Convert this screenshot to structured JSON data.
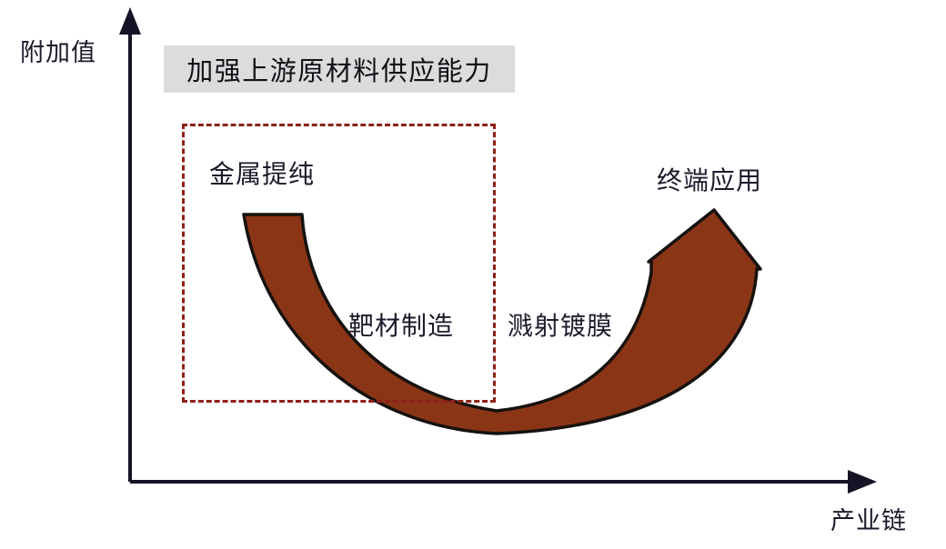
{
  "chart_data": {
    "type": "diagram",
    "title": "加强上游原材料供应能力",
    "xlabel": "产业链",
    "ylabel": "附加值",
    "description": "产业链各环节附加值微笑曲线",
    "curve": "smile",
    "categories": [
      "金属提纯",
      "靶材制造",
      "溅射镀膜",
      "终端应用"
    ],
    "values": [
      85,
      30,
      30,
      88
    ],
    "highlight_region": "上游原材料（金属提纯、靶材制造）",
    "grid": false,
    "legend": "none",
    "colors": {
      "arrow_fill": "#8b3517",
      "arrow_stroke": "#16120f",
      "dashed_box": "#8d2118",
      "banner_bg": "#dcdcdc",
      "axis": "#141426",
      "text": "#1b1b2b"
    }
  },
  "axes": {
    "y_label": "附加值",
    "x_label": "产业链"
  },
  "banner": {
    "text": "加强上游原材料供应能力"
  },
  "stages": [
    {
      "id": "metal",
      "label": "金属提纯"
    },
    {
      "id": "target",
      "label": "靶材制造"
    },
    {
      "id": "sputter",
      "label": "溅射镀膜"
    },
    {
      "id": "end",
      "label": "终端应用"
    }
  ]
}
